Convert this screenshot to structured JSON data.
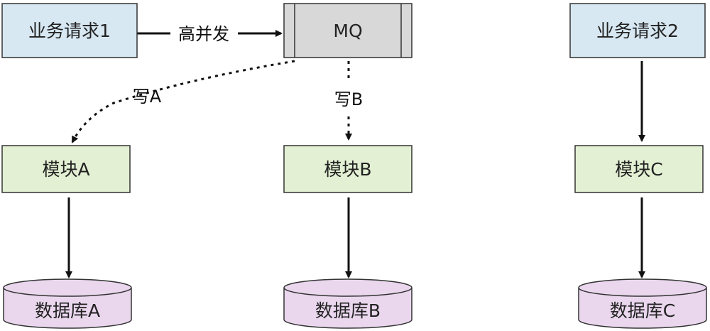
{
  "nodes": {
    "req1": {
      "label": "业务请求1"
    },
    "mq": {
      "label": "MQ"
    },
    "req2": {
      "label": "业务请求2"
    },
    "modA": {
      "label": "模块A"
    },
    "modB": {
      "label": "模块B"
    },
    "modC": {
      "label": "模块C"
    },
    "dbA": {
      "label": "数据库A"
    },
    "dbB": {
      "label": "数据库B"
    },
    "dbC": {
      "label": "数据库C"
    }
  },
  "edges": {
    "high_concurrency": {
      "label": "高并发"
    },
    "write_a": {
      "label": "写A"
    },
    "write_b": {
      "label": "写B"
    }
  },
  "colors": {
    "request_fill": "#d8e8f2",
    "mq_fill": "#d8d8d8",
    "module_fill": "#e3f0d4",
    "db_fill": "#ead7ee",
    "stroke": "#333333"
  }
}
